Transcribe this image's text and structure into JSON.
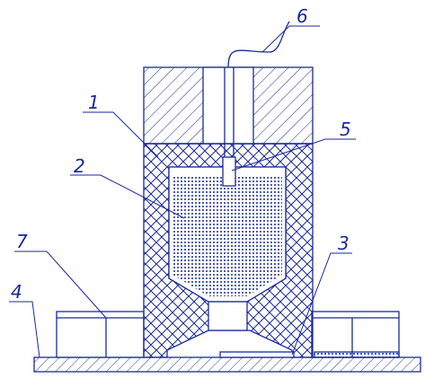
{
  "colors": {
    "stroke": "#1a2a9a",
    "background": "#ffffff"
  },
  "labels": {
    "l1": "1",
    "l2": "2",
    "l3": "3",
    "l4": "4",
    "l5": "5",
    "l6": "6",
    "l7": "7"
  }
}
